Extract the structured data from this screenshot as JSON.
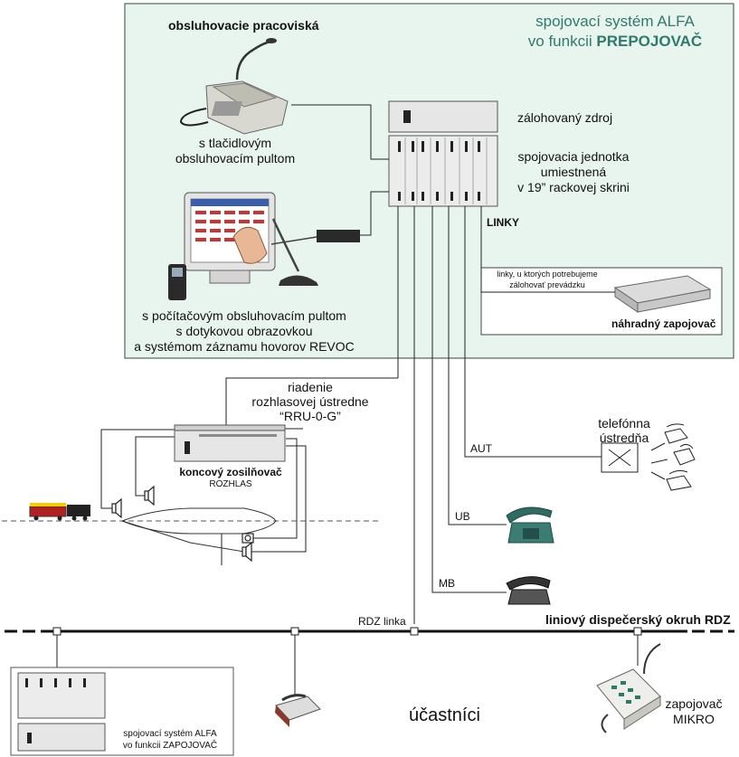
{
  "colors": {
    "panel_bg": "#e8f4ee",
    "panel_border": "#4a6a5a",
    "accent_teal": "#2f7a6c",
    "line": "#222222"
  },
  "system": {
    "title_line1": "spojovací systém ALFA",
    "title_line2_prefix": "vo funkcii ",
    "title_line2_bold": "PREPOJOVAČ"
  },
  "workstations": {
    "heading": "obsluhovacie  pracoviská"
  },
  "button_console": {
    "line1": "s tlačidlovým",
    "line2": "obsluhovacím pultom"
  },
  "pc_console": {
    "line1": "s počítačovým obsluhovacím pultom",
    "line2": "s dotykovou obrazovkou",
    "line3": "a systémom záznamu hovorov REVOC"
  },
  "ups": {
    "label": "zálohovaný zdroj"
  },
  "switch_unit": {
    "line1": "spojovacia jednotka",
    "line2": "umiestnená",
    "line3": "v 19” rackovej skrini"
  },
  "lines": {
    "label": "LINKY"
  },
  "backup": {
    "note1": "linky, u  ktorých potrebujeme",
    "note2": "zálohovať prevádzku",
    "label": "náhradný zapojovač"
  },
  "pa_control": {
    "line1": "riadenie",
    "line2": "rozhlasovej ústredne",
    "line3": "“RRU-0-G”"
  },
  "amplifier": {
    "label": "koncový zosilňovač",
    "sublabel": "ROZHLAS"
  },
  "exchange": {
    "line1": "telefónna",
    "line2": "ústredňa"
  },
  "line_labels": {
    "aut": "AUT",
    "ub": "UB",
    "mb": "MB",
    "rdz": "RDZ linka"
  },
  "rdz_circuit": {
    "label": "liniový dispečerský okruh RDZ"
  },
  "participants": {
    "label": "účastníci"
  },
  "mikro": {
    "line1": "zapojovač",
    "line2": "MIKRO"
  },
  "zapojovac_system": {
    "line1": "spojovací systém ALFA",
    "line2": "vo funkcii ZAPOJOVAČ"
  }
}
